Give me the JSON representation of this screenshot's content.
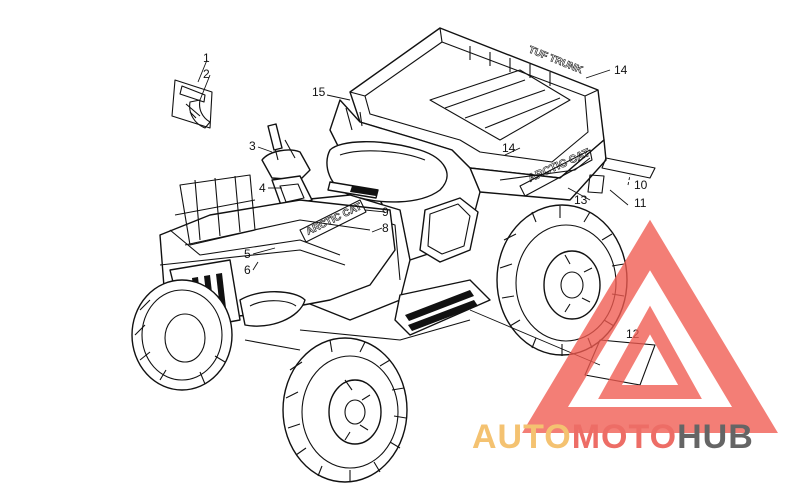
{
  "callouts": {
    "c1": "1",
    "c2": "2",
    "c3": "3",
    "c4": "4",
    "c5": "5",
    "c6": "6",
    "c8": "8",
    "c9": "9",
    "c10": "10",
    "c11": "11",
    "c12": "12",
    "c13": "13",
    "c14a": "14",
    "c14b": "14",
    "c15": "15"
  },
  "watermark": {
    "auto": "AUTO",
    "moto": "MOTO",
    "hub": "HUB",
    "auto_color": "#f2b24a",
    "moto_color": "#e8453c",
    "hub_color": "#3a3a3a",
    "triangle_color": "#f05a50"
  },
  "icons": {
    "vehicle": "atv-line-drawing",
    "decals": "decal-outline-icons",
    "watermark_logo": "triangle-logo"
  }
}
